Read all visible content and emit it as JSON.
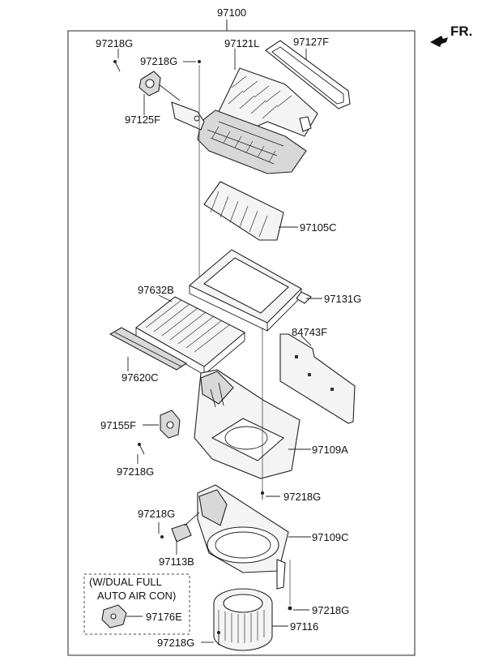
{
  "assembly_number": "97100",
  "direction_label": "FR.",
  "callouts": {
    "c97218g_top_left": "97218G",
    "c97218g_top_mid": "97218G",
    "c97121l": "97121L",
    "c97127f": "97127F",
    "c97125f": "97125F",
    "c97105c": "97105C",
    "c97632b": "97632B",
    "c97131g": "97131G",
    "c84743f": "84743F",
    "c97620c": "97620C",
    "c97155f": "97155F",
    "c97218g_mid_left": "97218G",
    "c97109a": "97109A",
    "c97218g_mid_right": "97218G",
    "c97218g_lower_left": "97218G",
    "c97109c": "97109C",
    "c97113b": "97113B",
    "c97218g_lower_right": "97218G",
    "c97176e": "97176E",
    "c97116": "97116",
    "c97218g_bottom": "97218G"
  },
  "option_note": {
    "line1": "(W/DUAL FULL",
    "line2": "AUTO AIR CON)"
  }
}
